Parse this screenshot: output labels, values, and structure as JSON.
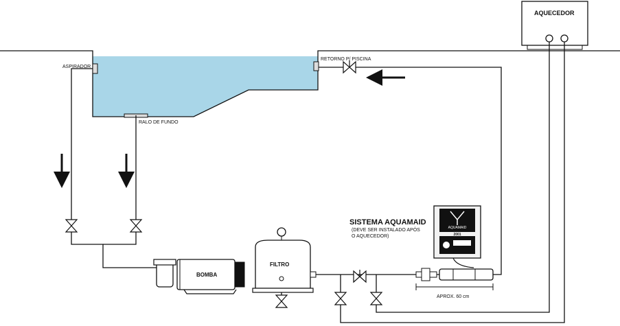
{
  "labels": {
    "heater": "AQUECEDOR",
    "skimmer": "ASPIRADOR",
    "return": "RETORNO P/ PISCINA",
    "main_drain": "RALO DE FUNDO",
    "pump": "BOMBA",
    "filter": "FILTRO",
    "system_title": "SISTEMA AQUAMAID",
    "system_note_1": "(DEVE SER INSTALADO APÓS",
    "system_note_2": "O AQUECEDOR)",
    "device_brand": "AQUAMAID",
    "device_model": "2001",
    "distance": "APROX. 60 cm"
  },
  "colors": {
    "water": "#a9d6e8",
    "line": "#111111",
    "device_body": "#f2f2f2",
    "device_panel": "#111111"
  },
  "icons": [
    "down-arrow-icon",
    "left-arrow-icon",
    "valve-icon",
    "pressure-gauge-icon"
  ]
}
